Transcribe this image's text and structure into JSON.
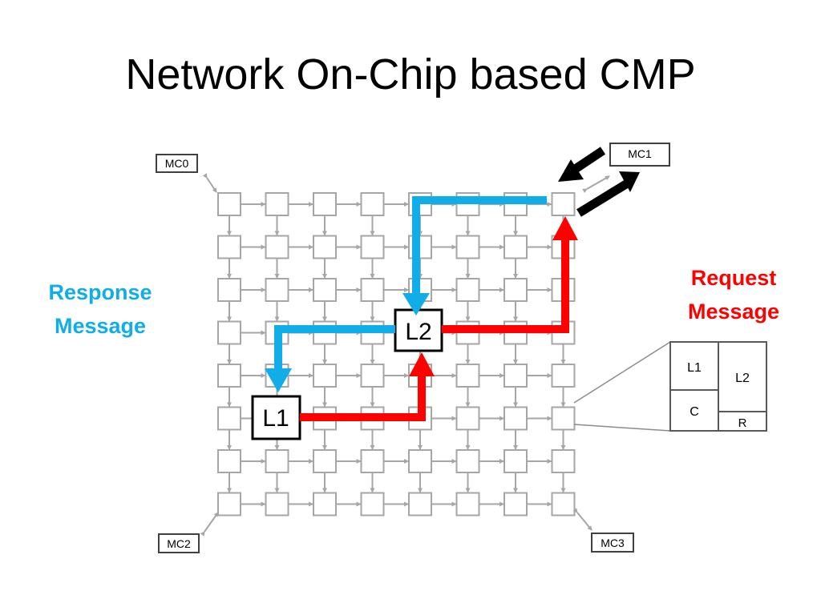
{
  "title": "Network On-Chip based CMP",
  "labels": {
    "response": [
      "Response",
      "Message"
    ],
    "request": [
      "Request",
      "Message"
    ]
  },
  "memory_controllers": [
    "MC0",
    "MC1",
    "MC2",
    "MC3"
  ],
  "nodes": {
    "l1": "L1",
    "l2": "L2"
  },
  "tile_detail": {
    "l1": "L1",
    "l2": "L2",
    "core": "C",
    "router": "R"
  },
  "mesh": {
    "rows": 8,
    "cols": 8
  },
  "colors": {
    "response": "#10ADE8",
    "request": "#FF0000",
    "memory_path": "#000000",
    "mesh": "#A6A6A6"
  }
}
